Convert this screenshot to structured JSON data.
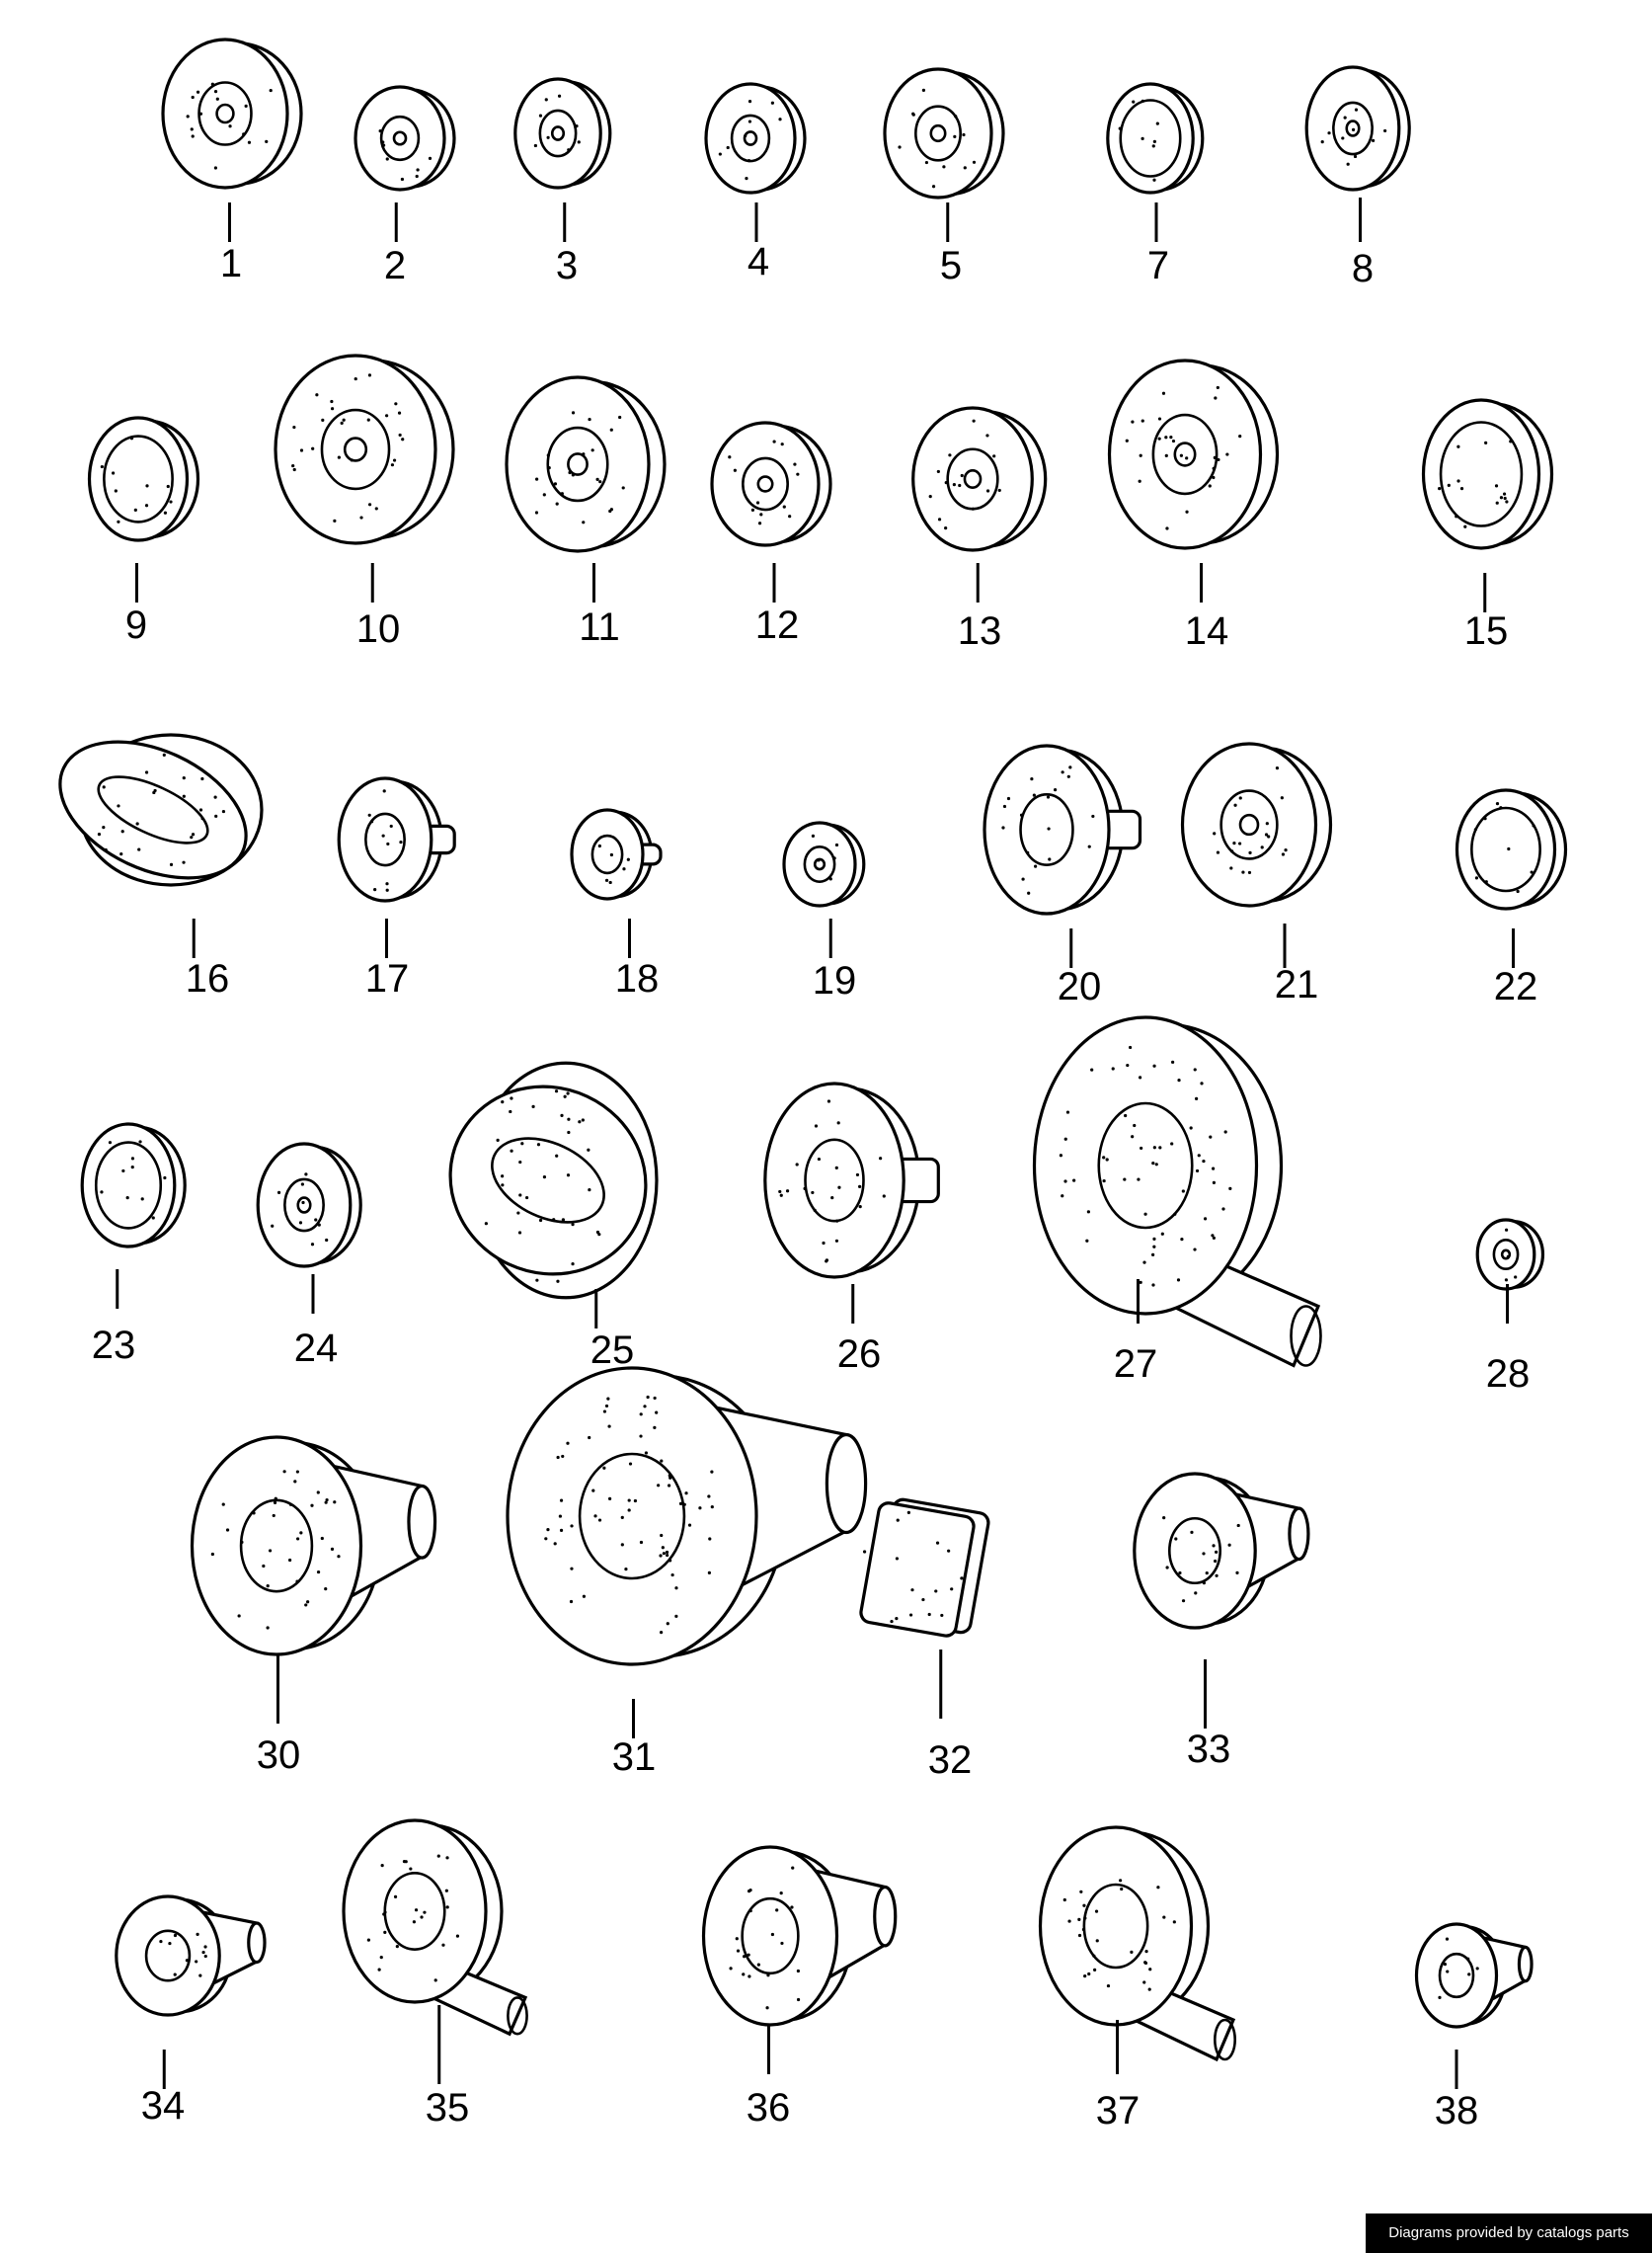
{
  "diagram": {
    "parts": [
      {
        "number": "1",
        "kind": "grommet"
      },
      {
        "number": "2",
        "kind": "grommet"
      },
      {
        "number": "3",
        "kind": "grommet"
      },
      {
        "number": "4",
        "kind": "grommet"
      },
      {
        "number": "5",
        "kind": "grommet"
      },
      {
        "number": "7",
        "kind": "ring"
      },
      {
        "number": "8",
        "kind": "grommet"
      },
      {
        "number": "9",
        "kind": "ring"
      },
      {
        "number": "10",
        "kind": "grommet"
      },
      {
        "number": "11",
        "kind": "grommet"
      },
      {
        "number": "12",
        "kind": "grommet"
      },
      {
        "number": "13",
        "kind": "grommet"
      },
      {
        "number": "14",
        "kind": "grommet"
      },
      {
        "number": "15",
        "kind": "ring"
      },
      {
        "number": "16",
        "kind": "oval"
      },
      {
        "number": "17",
        "kind": "nozzle"
      },
      {
        "number": "18",
        "kind": "nozzle"
      },
      {
        "number": "19",
        "kind": "grommet"
      },
      {
        "number": "20",
        "kind": "nozzle"
      },
      {
        "number": "21",
        "kind": "grommet"
      },
      {
        "number": "22",
        "kind": "ring"
      },
      {
        "number": "23",
        "kind": "ring"
      },
      {
        "number": "24",
        "kind": "grommet"
      },
      {
        "number": "25",
        "kind": "oval"
      },
      {
        "number": "26",
        "kind": "nozzle"
      },
      {
        "number": "27",
        "kind": "boot"
      },
      {
        "number": "28",
        "kind": "grommet"
      },
      {
        "number": "30",
        "kind": "cone"
      },
      {
        "number": "31",
        "kind": "cone"
      },
      {
        "number": "32",
        "kind": "block"
      },
      {
        "number": "33",
        "kind": "cone"
      },
      {
        "number": "34",
        "kind": "cone"
      },
      {
        "number": "35",
        "kind": "boot"
      },
      {
        "number": "36",
        "kind": "cone"
      },
      {
        "number": "37",
        "kind": "boot"
      },
      {
        "number": "38",
        "kind": "cone"
      }
    ]
  },
  "footer": {
    "credit": "Diagrams provided by catalogs parts"
  }
}
